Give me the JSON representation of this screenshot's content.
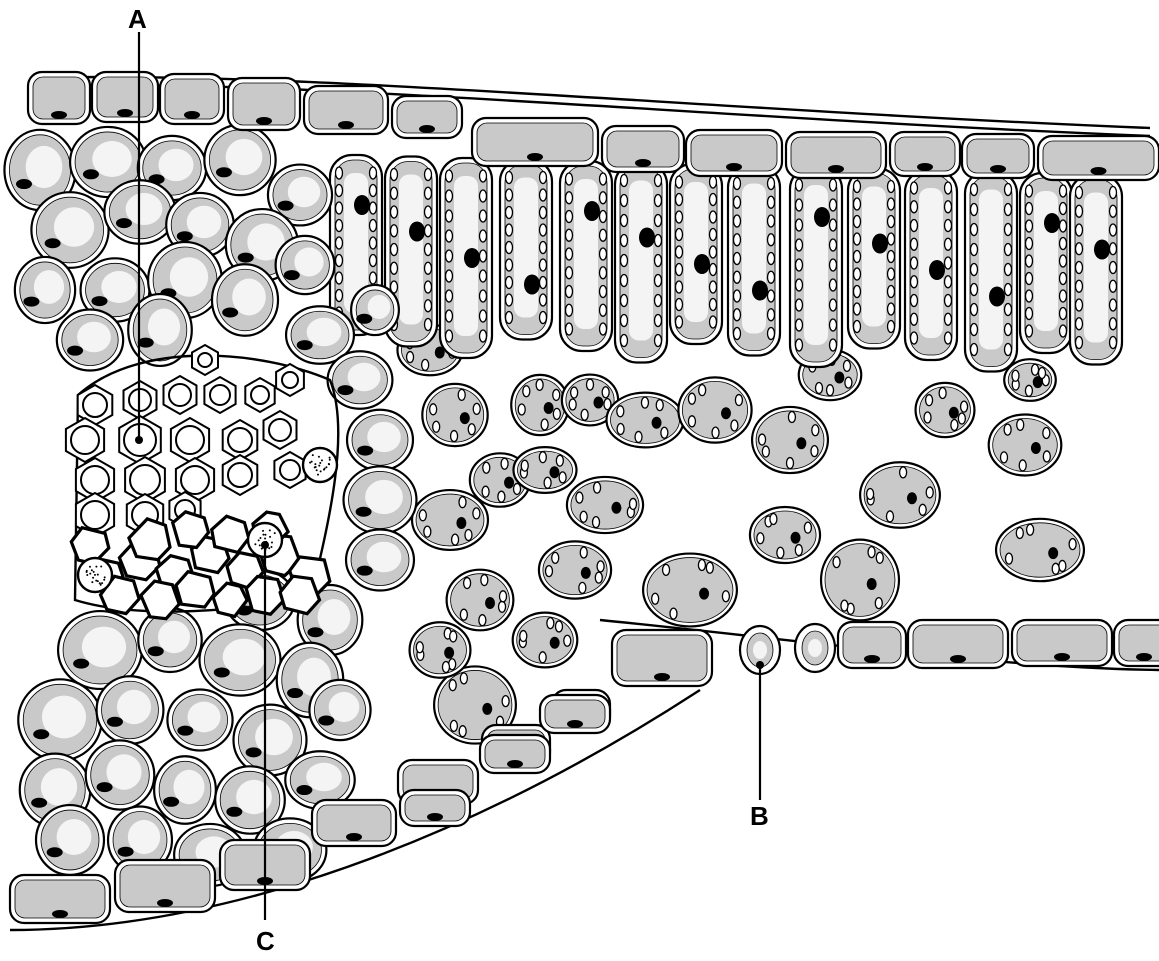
{
  "diagram": {
    "labels": {
      "a": "A",
      "b": "B",
      "c": "C"
    }
  },
  "colors": {
    "cell_wall": "#000000",
    "cytoplasm": "#c9c9c9",
    "vacuole": "#f4f4f4",
    "nucleus": "#000000",
    "background": "#ffffff"
  }
}
